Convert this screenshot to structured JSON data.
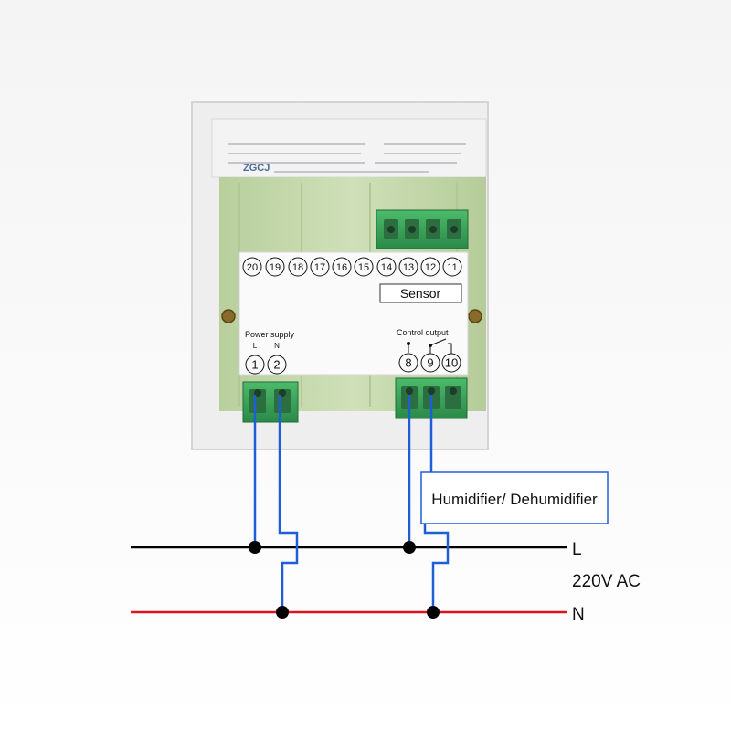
{
  "terminals_top": [
    "20",
    "19",
    "18",
    "17",
    "16",
    "15",
    "14",
    "13",
    "12",
    "11"
  ],
  "terminals_bottom_left": [
    "1",
    "2"
  ],
  "terminals_bottom_right": [
    "8",
    "9",
    "10"
  ],
  "labels": {
    "sensor": "Sensor",
    "power_supply": "Power supply",
    "terminal_L": "L",
    "terminal_N": "N",
    "control_output": "Control output",
    "load": "Humidifier/ Dehumidifier",
    "line_L": "L",
    "line_N": "N",
    "voltage": "220V AC"
  },
  "colors": {
    "line_L": "#000000",
    "line_N": "#e0141e",
    "wire": "#1f5fd6",
    "housing_green": "#c9dcb0",
    "terminal_green": "#3aa65a"
  }
}
